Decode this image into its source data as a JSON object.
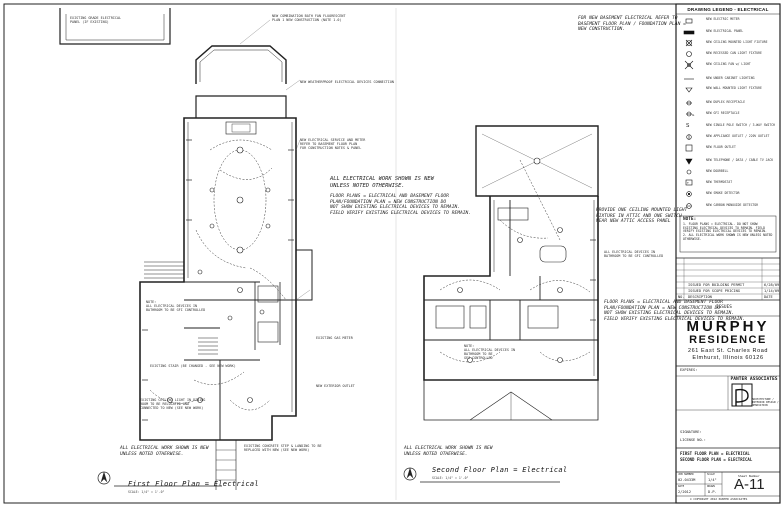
{
  "drawing": {
    "legend_title": "DRAWING LEGEND - ELECTRICAL",
    "legend_items": [
      {
        "icon": "meter-box-icon",
        "label": "NEW ELECTRIC METER"
      },
      {
        "icon": "panel-icon",
        "label": "NEW ELECTRICAL PANEL"
      },
      {
        "icon": "ceiling-light-icon",
        "label": "NEW CEILING MOUNTED LIGHT FIXTURE"
      },
      {
        "icon": "recessed-light-icon",
        "label": "NEW RECESSED CAN LIGHT FIXTURE"
      },
      {
        "icon": "fan-icon",
        "label": "NEW CEILING FAN w/ LIGHT"
      },
      {
        "icon": "under-cabinet-light-icon",
        "label": "NEW UNDER CABINET LIGHTING"
      },
      {
        "icon": "wall-light-icon",
        "label": "NEW WALL MOUNTED LIGHT FIXTURE"
      },
      {
        "icon": "duplex-outlet-icon",
        "label": "NEW DUPLEX RECEPTACLE"
      },
      {
        "icon": "gfi-outlet-icon",
        "label": "NEW GFI RECEPTACLE"
      },
      {
        "icon": "switch-icon",
        "label": "NEW SINGLE POLE SWITCH / 3-WAY SWITCH"
      },
      {
        "icon": "appliance-outlet-icon",
        "label": "NEW APPLIANCE OUTLET / 220V OUTLET"
      },
      {
        "icon": "floor-outlet-icon",
        "label": "NEW FLOOR OUTLET"
      },
      {
        "icon": "data-icon",
        "label": "NEW TELEPHONE / DATA / CABLE TV JACK"
      },
      {
        "icon": "doorbell-icon",
        "label": "NEW DOORBELL"
      },
      {
        "icon": "thermostat-icon",
        "label": "NEW THERMOSTAT"
      },
      {
        "icon": "smoke-detector-icon",
        "label": "NEW SMOKE DETECTOR"
      },
      {
        "icon": "co-detector-icon",
        "label": "NEW CARBON MONOXIDE DETECTOR"
      }
    ],
    "legend_notes_title": "NOTE:",
    "legend_notes": "1. FLOOR PLANS = ELECTRICAL. DO NOT SHOW EXISTING ELECTRICAL DEVICES TO REMAIN. FIELD VERIFY EXISTING ELECTRICAL DEVICES TO REMAIN.\n2. ALL ELECTRICAL WORK SHOWN IS NEW UNLESS NOTED OTHERWISE.",
    "issues": [
      {
        "no": "",
        "description": "ISSUED FOR BUILDING PERMIT",
        "date": "6/28/09"
      },
      {
        "no": "",
        "description": "ISSUED FOR SCOPE PRICING",
        "date": "1/14/09"
      }
    ],
    "issues_headers": {
      "no": "NO.",
      "description": "DESCRIPTION",
      "date": "DATE"
    },
    "issues_label": "ISSUES",
    "project_name_1": "MURPHY",
    "project_name_2": "RESIDENCE",
    "project_address_1": "261 East St. Charles Road",
    "project_address_2": "Elmhurst, Illinois 60126",
    "stamp_label": "EXPIRES:",
    "firm_name": "PANTER ASSOCIATES",
    "firm_sub": "ARCHITECTURE / INTERIOR DESIGN / RENOVATION",
    "signature_label": "SIGNATURE:",
    "license_label": "LICENSE NO.:",
    "sheet_title_1": "FIRST FLOOR PLAN = ELECTRICAL",
    "sheet_title_2": "SECOND FLOOR PLAN = ELECTRICAL",
    "job_number_label": "JOB NUMBER",
    "job_number": "02-0433M",
    "scale_label": "SCALE",
    "scale": "1/4\"",
    "date_label": "DATE",
    "date": "2/2012",
    "drawn_label": "DRAWN",
    "drawn": "D.P.",
    "sheet_label": "Sheet Number",
    "sheet_number": "A-11",
    "copyright": "© COPYRIGHT 2012 PANTER ASSOCIATES"
  },
  "plan_left": {
    "title": "First Floor Plan = Electrical",
    "scale": "SCALE: 1/4\" = 1'-0\"",
    "note_all_new": "ALL ELECTRICAL WORK SHOWN IS NEW\nUNLESS NOTED OTHERWISE.",
    "note_all_new_bottom": "ALL ELECTRICAL WORK SHOWN IS NEW\nUNLESS NOTED OTHERWISE.",
    "note_floor_plans": "FLOOR PLANS = ELECTRICAL AND BASEMENT FLOOR\nPLAN/FOUNDATION PLAN = NEW CONSTRUCTION DO\nNOT SHOW EXISTING ELECTRICAL DEVICES TO REMAIN.\nFIELD VERIFY EXISTING ELECTRICAL DEVICES TO REMAIN.",
    "note_panel": "EXISTING GRADE ELECTRICAL\nPANEL (IF EXISTING)",
    "note_top_callout": "NEW COMBINATION BATH FAN FLUORESCENT\nPLAN 1 NEW CONSTRUCTION (NOTE 1.0)",
    "note_mid_callout": "NEW WEATHERPROOF ELECTRICAL DEVICES CONNECTION",
    "note_kitchen": "NEW ELECTRICAL SERVICE AND METER\nREFER TO BASEMENT FLOOR PLAN\nFOR CONSTRUCTION NOTES & PANEL",
    "note_stair": "NOTE:\nALL ELECTRICAL DEVICES IN\nBATHROOM TO BE GFI CONTROLLED",
    "note_stair2": "EXISTING STAIR (BE CHANGED - SEE NEW WORK)",
    "note_dining": "EXISTING CEILING LIGHT IN DINING\nROOM TO BE RELOCATED AND\nCONNECTED TO NEW (SEE NEW WORK)",
    "note_front": "EXISTING CONCRETE STEP & LANDING TO BE\nREPLACED WITH NEW (SEE NEW WORK)",
    "note_right1": "EXISTING GAS METER",
    "note_right2": "NEW EXTERIOR OUTLET"
  },
  "plan_right": {
    "title": "Second Floor Plan = Electrical",
    "scale": "SCALE: 1/4\" = 1'-0\"",
    "note_top": "FOR NEW BASEMENT ELECTRICAL REFER TO\nBASEMENT FLOOR PLAN / FOUNDATION PLAN =\nNEW CONSTRUCTION.",
    "note_attic": "PROVIDE ONE CEILING MOUNTED LIGHT\nFIXTURE IN ATTIC AND ONE SWITCH\nNEAR NEW ATTIC ACCESS PANEL",
    "note_bath": "ALL ELECTRICAL DEVICES IN\nBATHROOM TO BE GFI CONTROLLED",
    "note_bath2": "NOTE:\nALL ELECTRICAL DEVICES IN\nBATHROOM TO BE\nGFI CONTROLLED",
    "note_all_new": "ALL ELECTRICAL WORK SHOWN IS NEW\nUNLESS NOTED OTHERWISE.",
    "note_floor_plans": "FLOOR PLANS = ELECTRICAL AND BASEMENT FLOOR\nPLAN/FOUNDATION PLAN = NEW CONSTRUCTION DO\nNOT SHOW EXISTING ELECTRICAL DEVICES TO REMAIN.\nFIELD VERIFY EXISTING ELECTRICAL DEVICES TO REMAIN."
  }
}
